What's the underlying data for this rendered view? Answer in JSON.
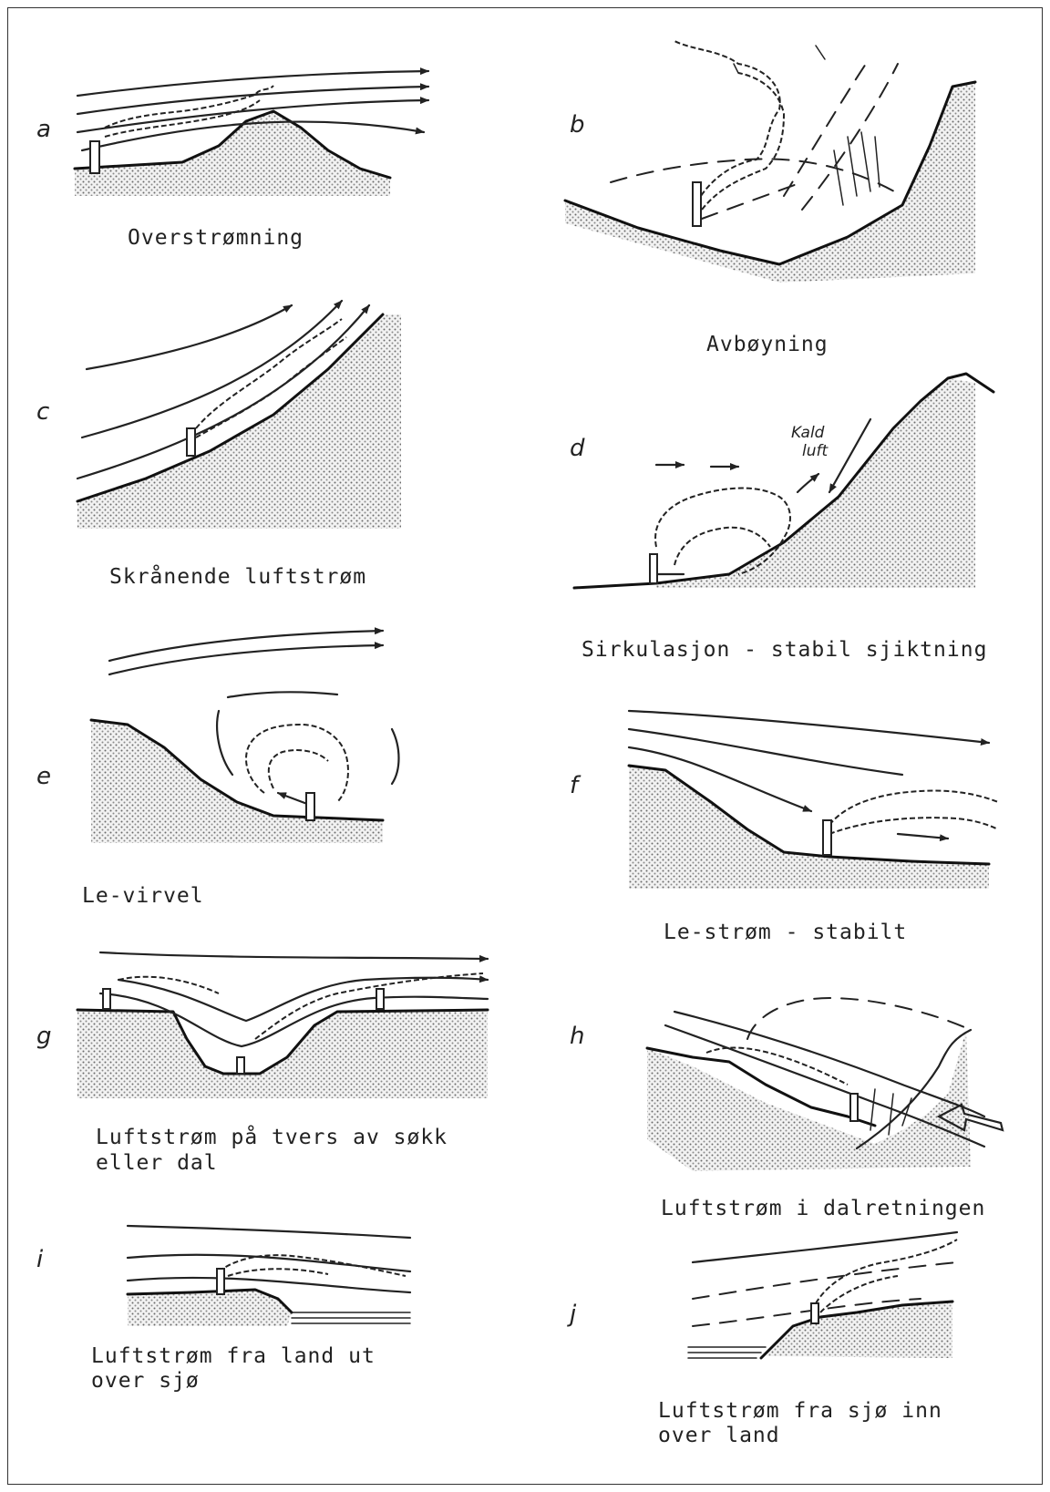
{
  "panels": [
    {
      "letter": "a",
      "caption": [
        "Overstrømning"
      ]
    },
    {
      "letter": "b",
      "caption": [
        "Avbøyning"
      ]
    },
    {
      "letter": "c",
      "caption": [
        "Skrånende luftstrøm"
      ]
    },
    {
      "letter": "d",
      "caption": [
        "Sirkulasjon - stabil sjiktning"
      ],
      "note": [
        "Kald",
        "luft"
      ]
    },
    {
      "letter": "e",
      "caption": [
        "Le-virvel"
      ]
    },
    {
      "letter": "f",
      "caption": [
        "Le-strøm - stabilt"
      ]
    },
    {
      "letter": "g",
      "caption": [
        "Luftstrøm på tvers av søkk",
        "eller dal"
      ]
    },
    {
      "letter": "h",
      "caption": [
        "Luftstrøm i dalretningen"
      ]
    },
    {
      "letter": "i",
      "caption": [
        "Luftstrøm fra land ut",
        "over sjø"
      ]
    },
    {
      "letter": "j",
      "caption": [
        "Luftstrøm fra sjø inn",
        "over land"
      ]
    }
  ]
}
